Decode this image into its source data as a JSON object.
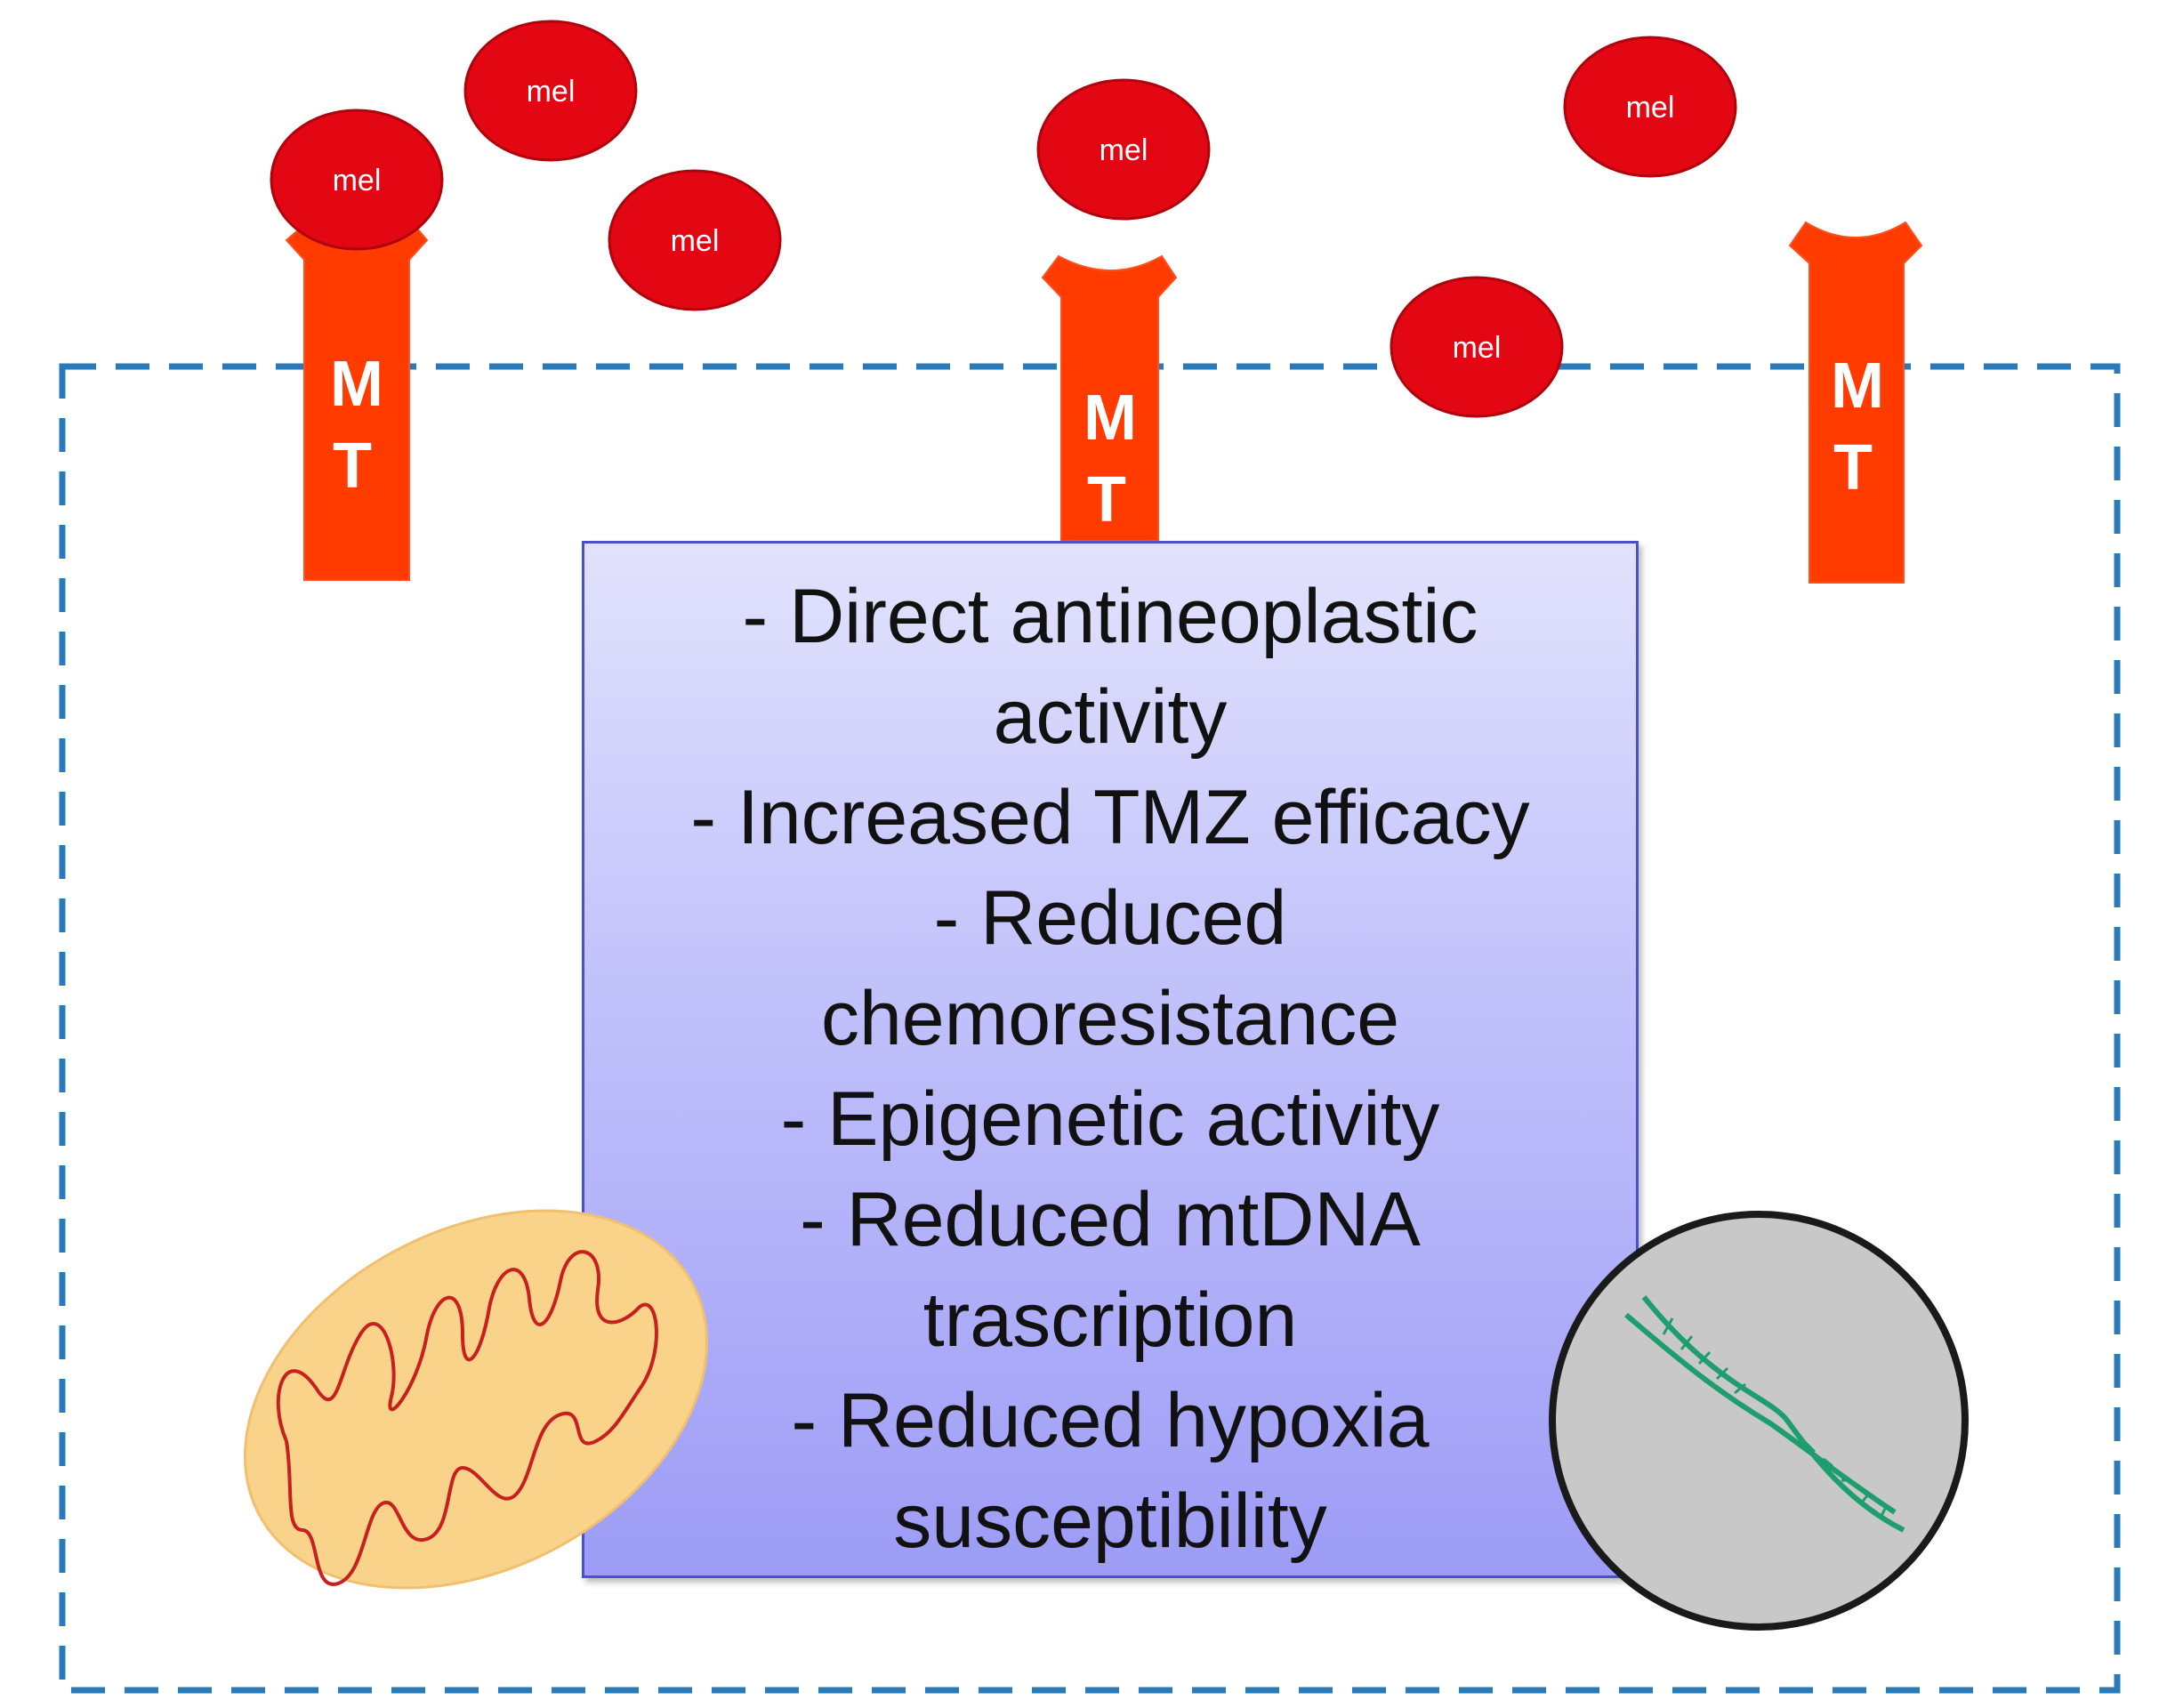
{
  "receptor_label": {
    "line1": "M",
    "line2": "T"
  },
  "ligand_label": "mel",
  "effects": [
    "- Direct antineoplastic",
    "activity",
    "- Increased TMZ efficacy",
    "- Reduced",
    "chemoresistance",
    "- Epigenetic activity",
    "- Reduced mtDNA",
    "trascription",
    "- Reduced hypoxia",
    "susceptibility"
  ],
  "colors": {
    "receptor": "#ff3b00",
    "ligand": "#e30613",
    "cell_border": "#2a7ab8",
    "mitochondrion_fill": "#f9d38a",
    "mitochondrion_cristae": "#c8201e",
    "nucleus_fill": "#c8c8c8",
    "dna": "#1e9e6e"
  }
}
